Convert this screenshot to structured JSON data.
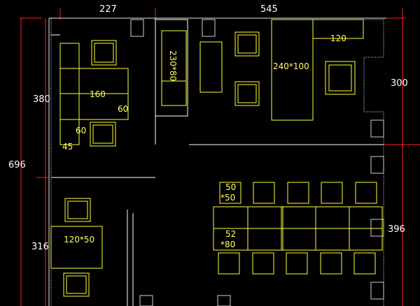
{
  "dimensions": {
    "top_left_width": "227",
    "top_right_width": "545",
    "left_overall_height": "696",
    "left_upper_room": "380",
    "left_lower_room": "316",
    "right_upper_room": "300",
    "right_lower_room": "396"
  },
  "furniture_labels": {
    "desk_width": "160",
    "desk_depth": "60",
    "side_60": "60",
    "side_45": "45",
    "cabinet": "230*80",
    "table_240": "240*100",
    "shelf_120": "120",
    "small_table": "120*50",
    "chair_size_w": "50",
    "chair_size_h": "*50",
    "meeting_unit_w": "52",
    "meeting_unit_h": "*80"
  },
  "colors": {
    "dimension_lines": "#ff2020",
    "walls": "#e8e8e8",
    "furniture": "#ffff33",
    "background": "#000000"
  }
}
